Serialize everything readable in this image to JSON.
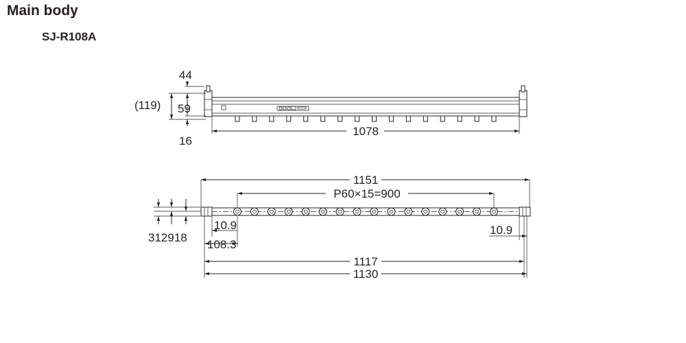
{
  "header": {
    "title": "Main body",
    "model": "SJ-R108A"
  },
  "front_view": {
    "dim_top": "44",
    "dim_total": "(119)",
    "dim_middle": "59",
    "dim_bottom": "16",
    "dim_length": "1078"
  },
  "bottom_view": {
    "dim_overall": "1151",
    "dim_pitch": "P60×15=900",
    "dim_left_offset": "10.9",
    "dim_right_offset": "10.9",
    "dim_small": "312918",
    "dim_first_electrode": "108.3",
    "dim_inner": "1117",
    "dim_outer": "1130"
  }
}
